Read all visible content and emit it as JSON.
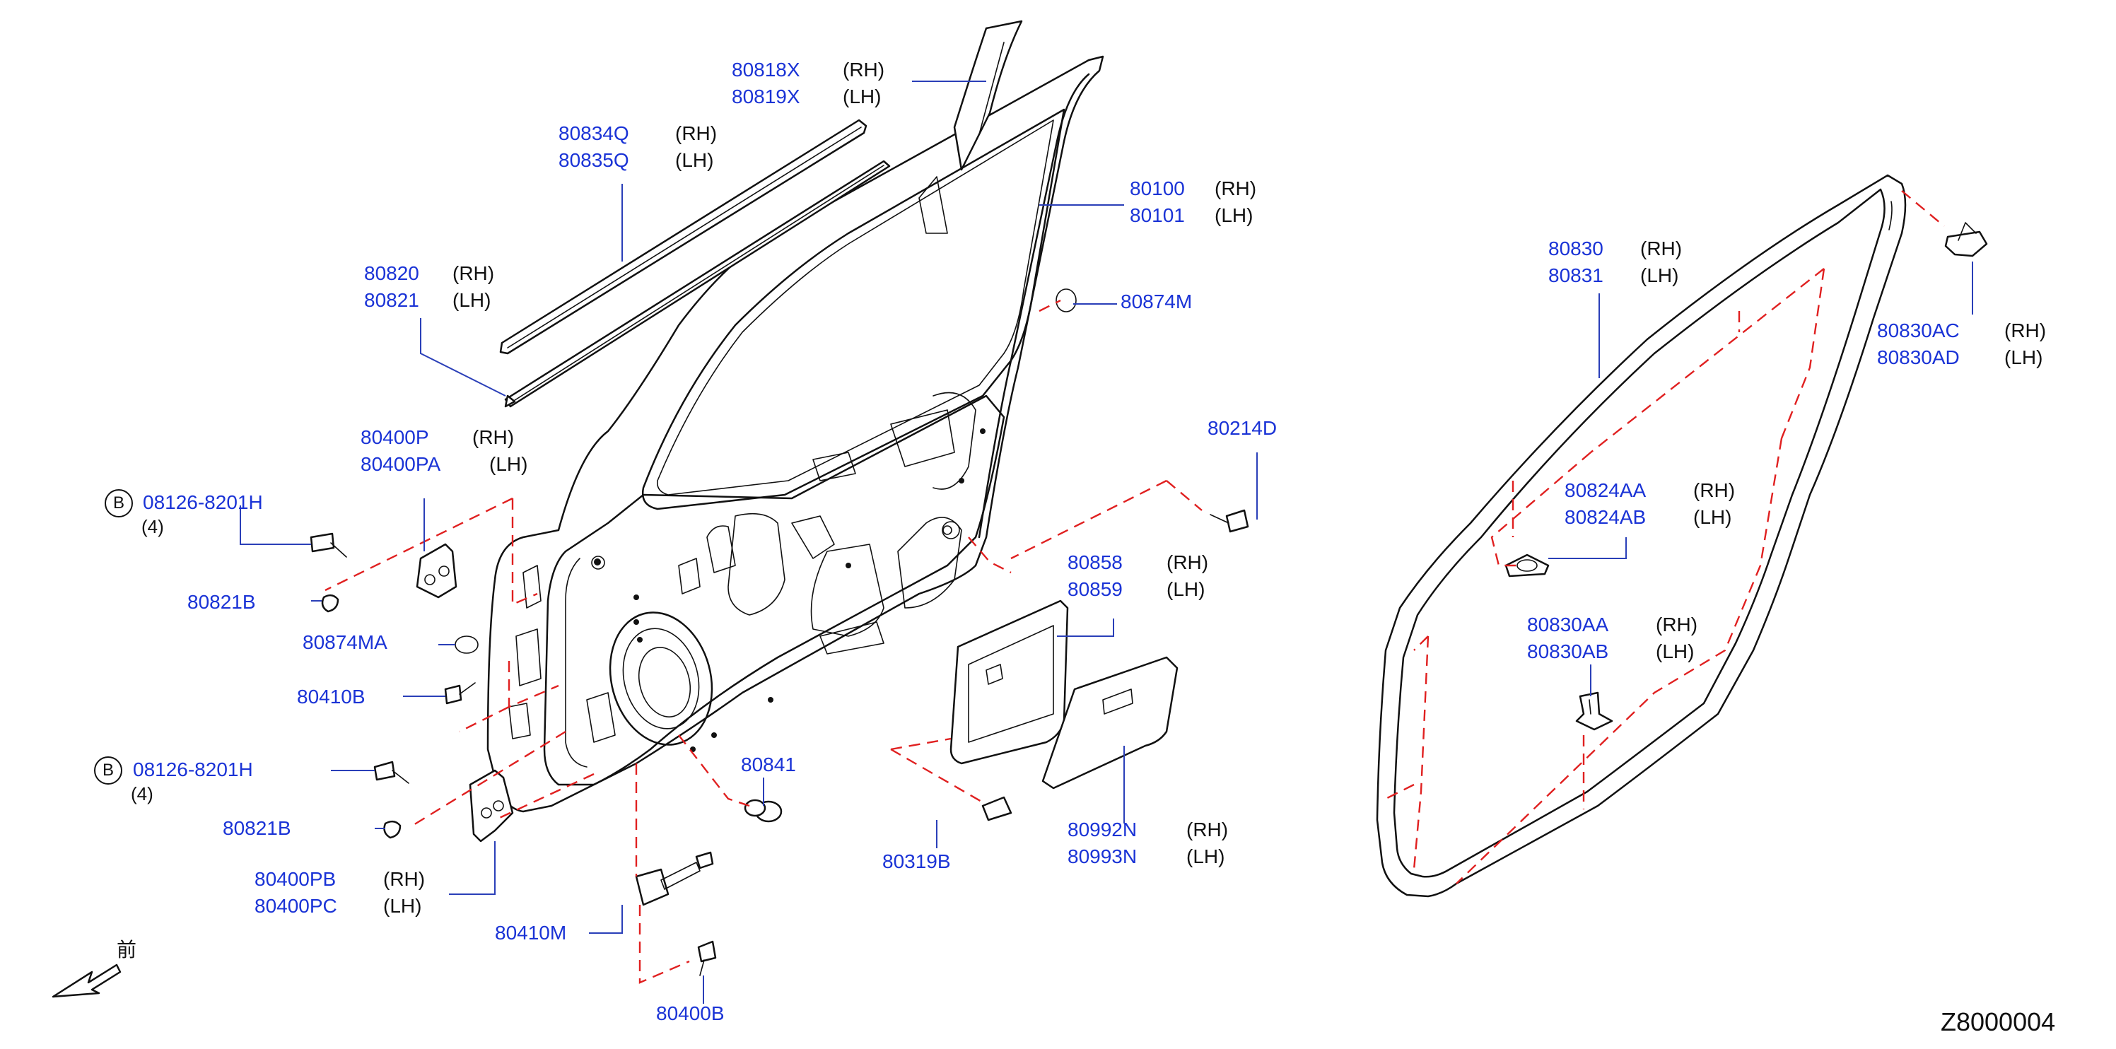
{
  "diagram_code": "Z8000004",
  "front_label": "前",
  "badge_b": "B",
  "callouts": [
    {
      "part": "80818X",
      "side": "(RH)"
    },
    {
      "part": "80819X",
      "side": "(LH)"
    },
    {
      "part": "80834Q",
      "side": "(RH)"
    },
    {
      "part": "80835Q",
      "side": "(LH)"
    },
    {
      "part": "80820",
      "side": "(RH)"
    },
    {
      "part": "80821",
      "side": "(LH)"
    },
    {
      "part": "80100",
      "side": "(RH)"
    },
    {
      "part": "80101",
      "side": "(LH)"
    },
    {
      "part": "80874M",
      "side": ""
    },
    {
      "part": "80400P",
      "side": "(RH)"
    },
    {
      "part": "80400PA",
      "side": "(LH)"
    },
    {
      "part": "08126-8201H",
      "side": "",
      "qty": "(4)"
    },
    {
      "part": "80821B",
      "side": ""
    },
    {
      "part": "80874MA",
      "side": ""
    },
    {
      "part": "80410B",
      "side": ""
    },
    {
      "part": "08126-8201H",
      "side": "",
      "qty": "(4)"
    },
    {
      "part": "80821B",
      "side": ""
    },
    {
      "part": "80400PB",
      "side": "(RH)"
    },
    {
      "part": "80400PC",
      "side": "(LH)"
    },
    {
      "part": "80410M",
      "side": ""
    },
    {
      "part": "80400B",
      "side": ""
    },
    {
      "part": "80841",
      "side": ""
    },
    {
      "part": "80214D",
      "side": ""
    },
    {
      "part": "80858",
      "side": "(RH)"
    },
    {
      "part": "80859",
      "side": "(LH)"
    },
    {
      "part": "80319B",
      "side": ""
    },
    {
      "part": "80992N",
      "side": "(RH)"
    },
    {
      "part": "80993N",
      "side": "(LH)"
    },
    {
      "part": "80830",
      "side": "(RH)"
    },
    {
      "part": "80831",
      "side": "(LH)"
    },
    {
      "part": "80830AC",
      "side": "(RH)"
    },
    {
      "part": "80830AD",
      "side": "(LH)"
    },
    {
      "part": "80824AA",
      "side": "(RH)"
    },
    {
      "part": "80824AB",
      "side": "(LH)"
    },
    {
      "part": "80830AA",
      "side": "(RH)"
    },
    {
      "part": "80830AB",
      "side": "(LH)"
    }
  ]
}
